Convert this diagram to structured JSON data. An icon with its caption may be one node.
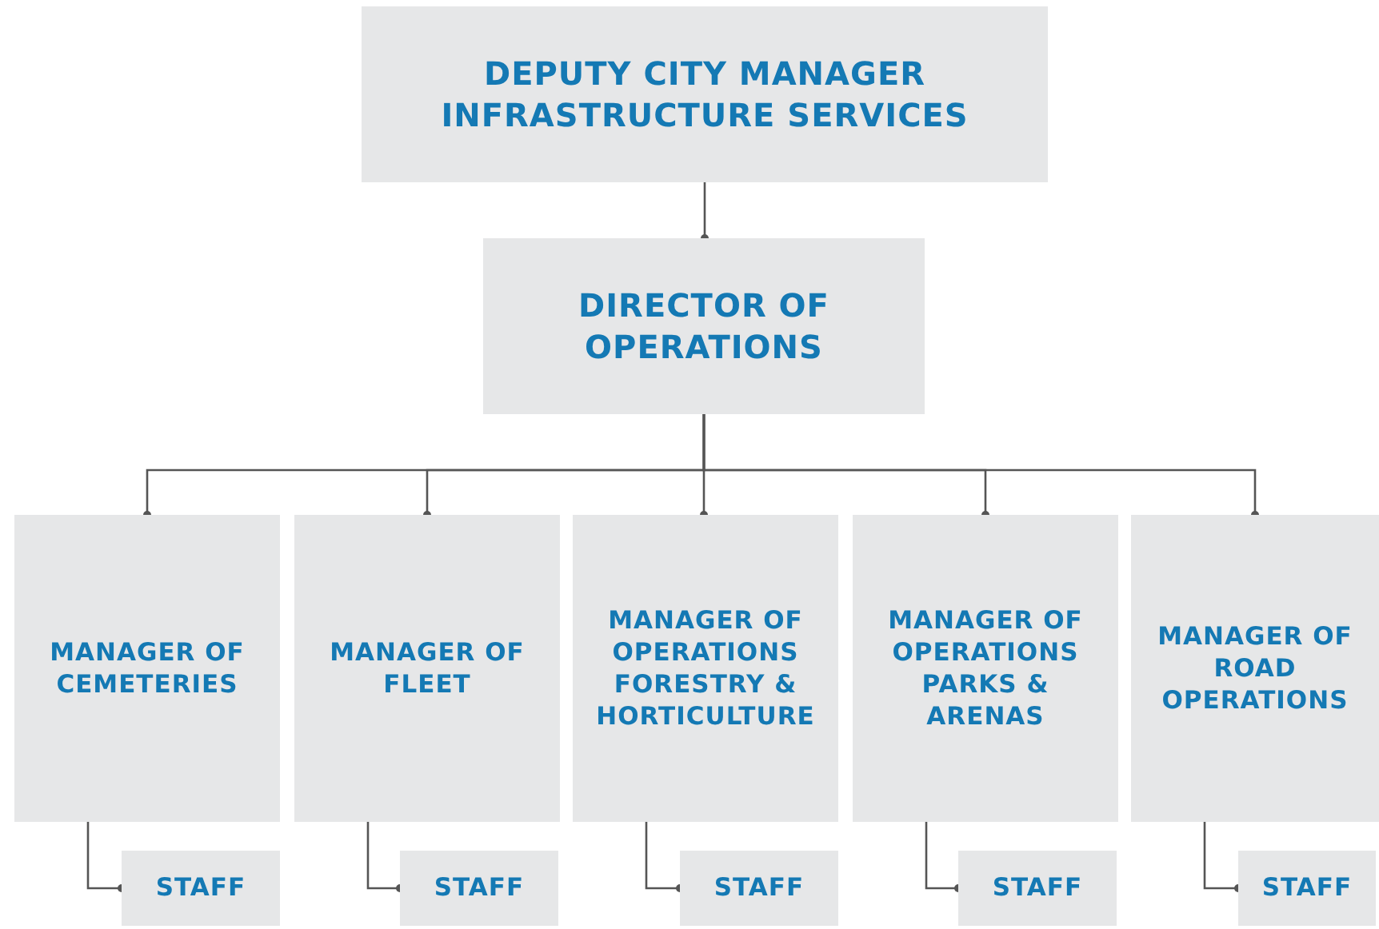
{
  "diagram": {
    "nodes": [
      {
        "text": [
          "DEPUTY CITY MANAGER INFRASTRUCTURE SERVICES"
        ]
      },
      {
        "text": [
          "DIRECTOR OF OPERATIONS"
        ]
      },
      {
        "text": [
          "MANAGER OF CEMETERIES"
        ]
      },
      {
        "text": [
          "MANAGER OF FLEET"
        ]
      },
      {
        "text": [
          "MANAGER OF OPERATIONS FORESTRY & HORTICULTURE"
        ]
      },
      {
        "text": [
          "MANAGER OF OPERATIONS PARKS & ARENAS"
        ]
      },
      {
        "text": [
          "MANAGER OF ROAD OPERATIONS"
        ]
      },
      {
        "text": [
          "STAFF"
        ]
      },
      {
        "text": [
          "STAFF"
        ]
      },
      {
        "text": [
          "STAFF"
        ]
      },
      {
        "text": [
          "STAFF"
        ]
      },
      {
        "text": [
          "STAFF"
        ]
      }
    ],
    "edges": [
      {
        "from": 0,
        "to": 1,
        "arrow": "other"
      },
      {
        "from": 1,
        "to": 2,
        "arrow": "other"
      },
      {
        "from": 1,
        "to": 3,
        "arrow": "other"
      },
      {
        "from": 1,
        "to": 4,
        "arrow": "other"
      },
      {
        "from": 1,
        "to": 5,
        "arrow": "other"
      },
      {
        "from": 1,
        "to": 6,
        "arrow": "other"
      },
      {
        "from": 2,
        "to": 7,
        "arrow": "other"
      },
      {
        "from": 3,
        "to": 8,
        "arrow": "other"
      },
      {
        "from": 4,
        "to": 9,
        "arrow": "other"
      },
      {
        "from": 5,
        "to": 10,
        "arrow": "other"
      },
      {
        "from": 6,
        "to": 11,
        "arrow": "other"
      }
    ]
  }
}
